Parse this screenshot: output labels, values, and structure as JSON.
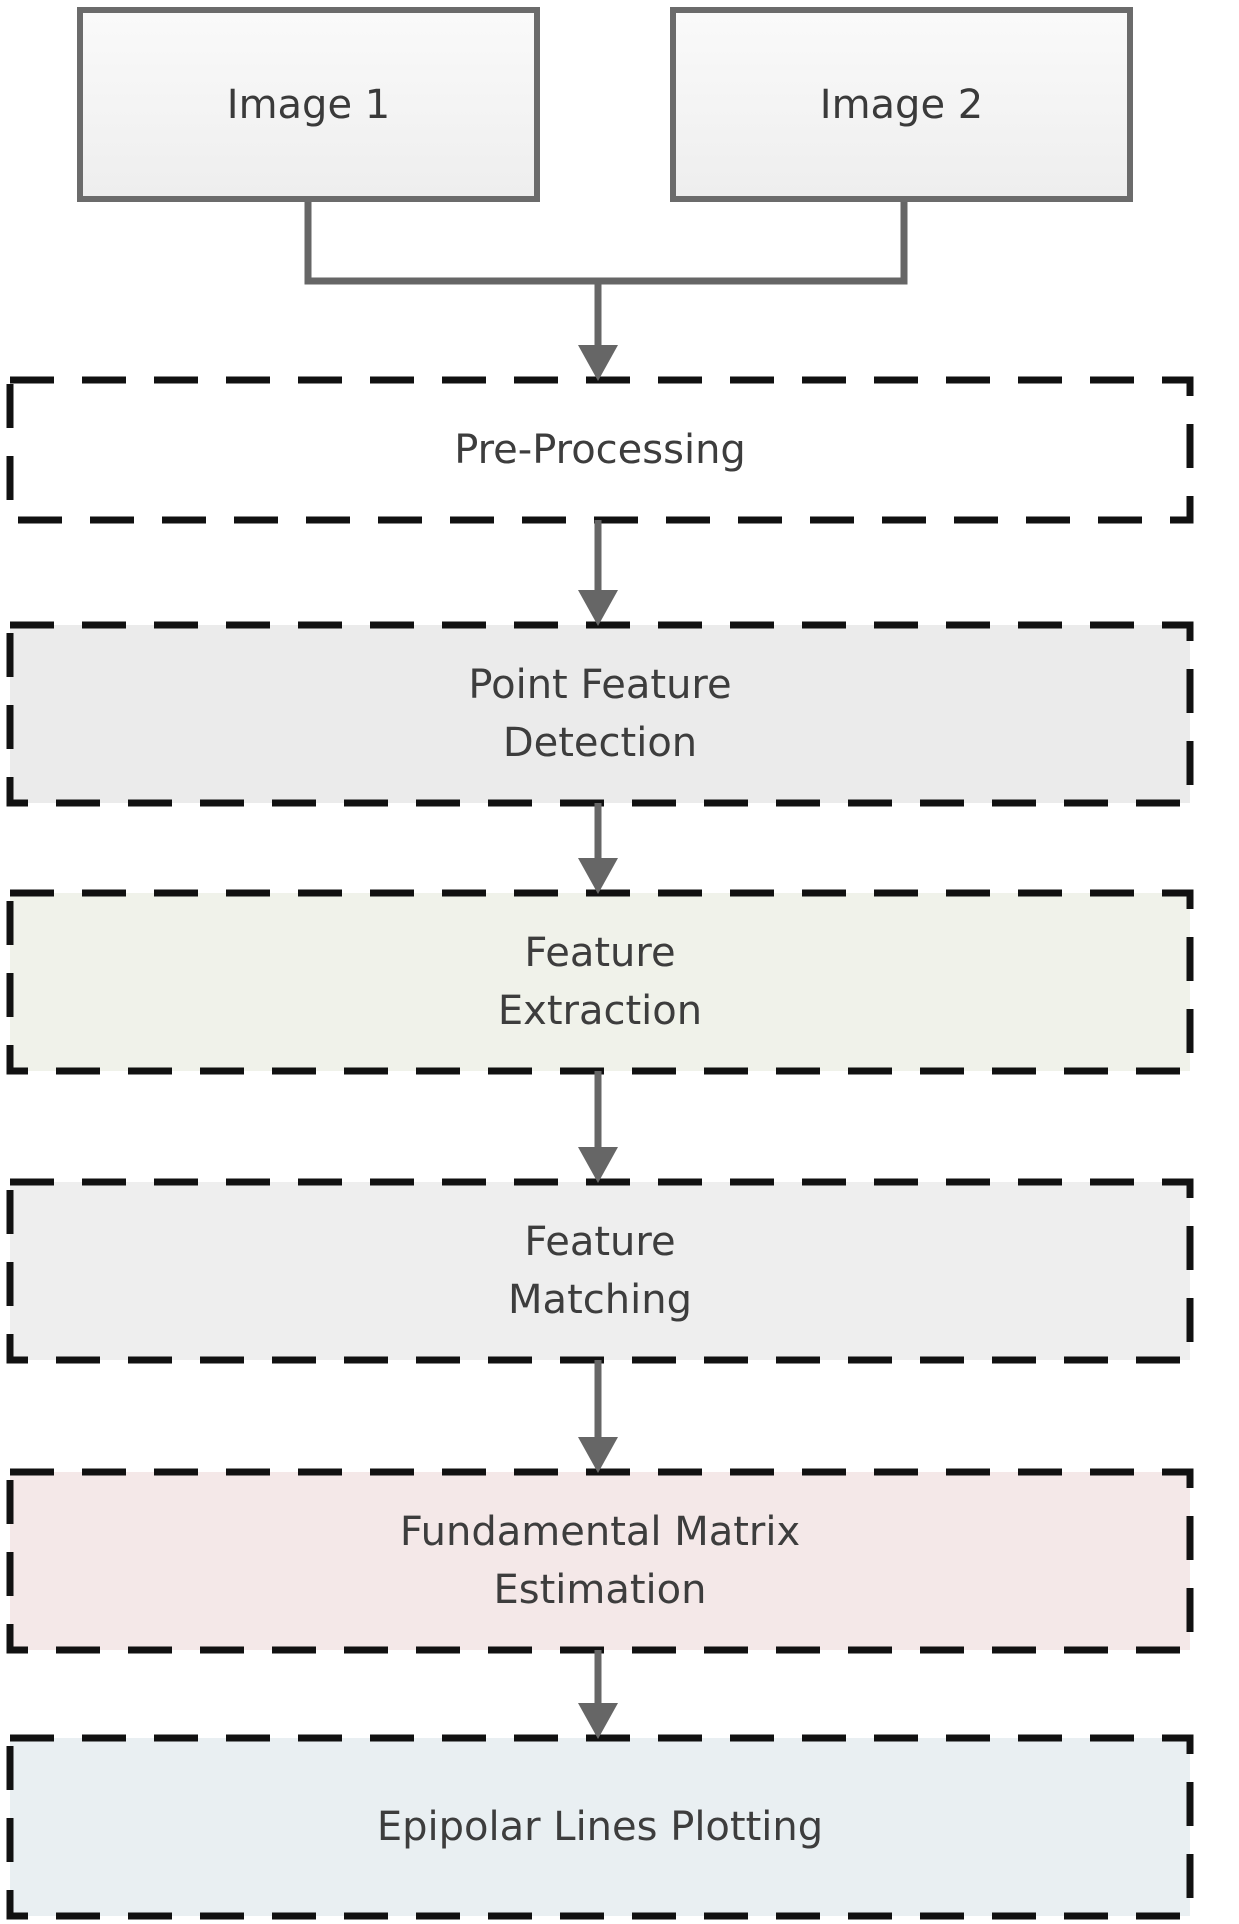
{
  "inputs": [
    {
      "label": "Image 1"
    },
    {
      "label": "Image 2"
    }
  ],
  "stages": [
    {
      "lines": [
        "Pre-Processing"
      ],
      "fill": "#ffffff"
    },
    {
      "lines": [
        "Point Feature",
        "Detection"
      ],
      "fill": "#ebebeb"
    },
    {
      "lines": [
        "Feature",
        "Extraction"
      ],
      "fill": "#f0f2ea"
    },
    {
      "lines": [
        "Feature",
        "Matching"
      ],
      "fill": "#eeeeee"
    },
    {
      "lines": [
        "Fundamental Matrix",
        "Estimation"
      ],
      "fill": "#f4e8e8"
    },
    {
      "lines": [
        "Epipolar Lines Plotting"
      ],
      "fill": "#e9eff2"
    }
  ],
  "colors": {
    "connector": "#666666",
    "dash_border": "#111111",
    "input_border": "#6b6b6b"
  }
}
